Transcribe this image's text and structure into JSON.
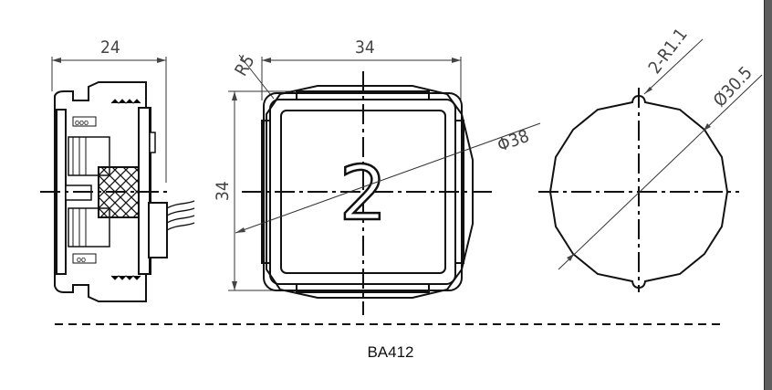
{
  "drawing": {
    "model": "BA412",
    "side_view": {
      "width_dim": "24"
    },
    "front_view": {
      "radius_dim": "R5",
      "width_dim": "34",
      "height_dim": "34",
      "diameter_dim": "Φ38",
      "button_label": "2"
    },
    "back_view": {
      "notch_dim": "2-R1.1",
      "diameter_dim": "Ø30.5"
    }
  }
}
